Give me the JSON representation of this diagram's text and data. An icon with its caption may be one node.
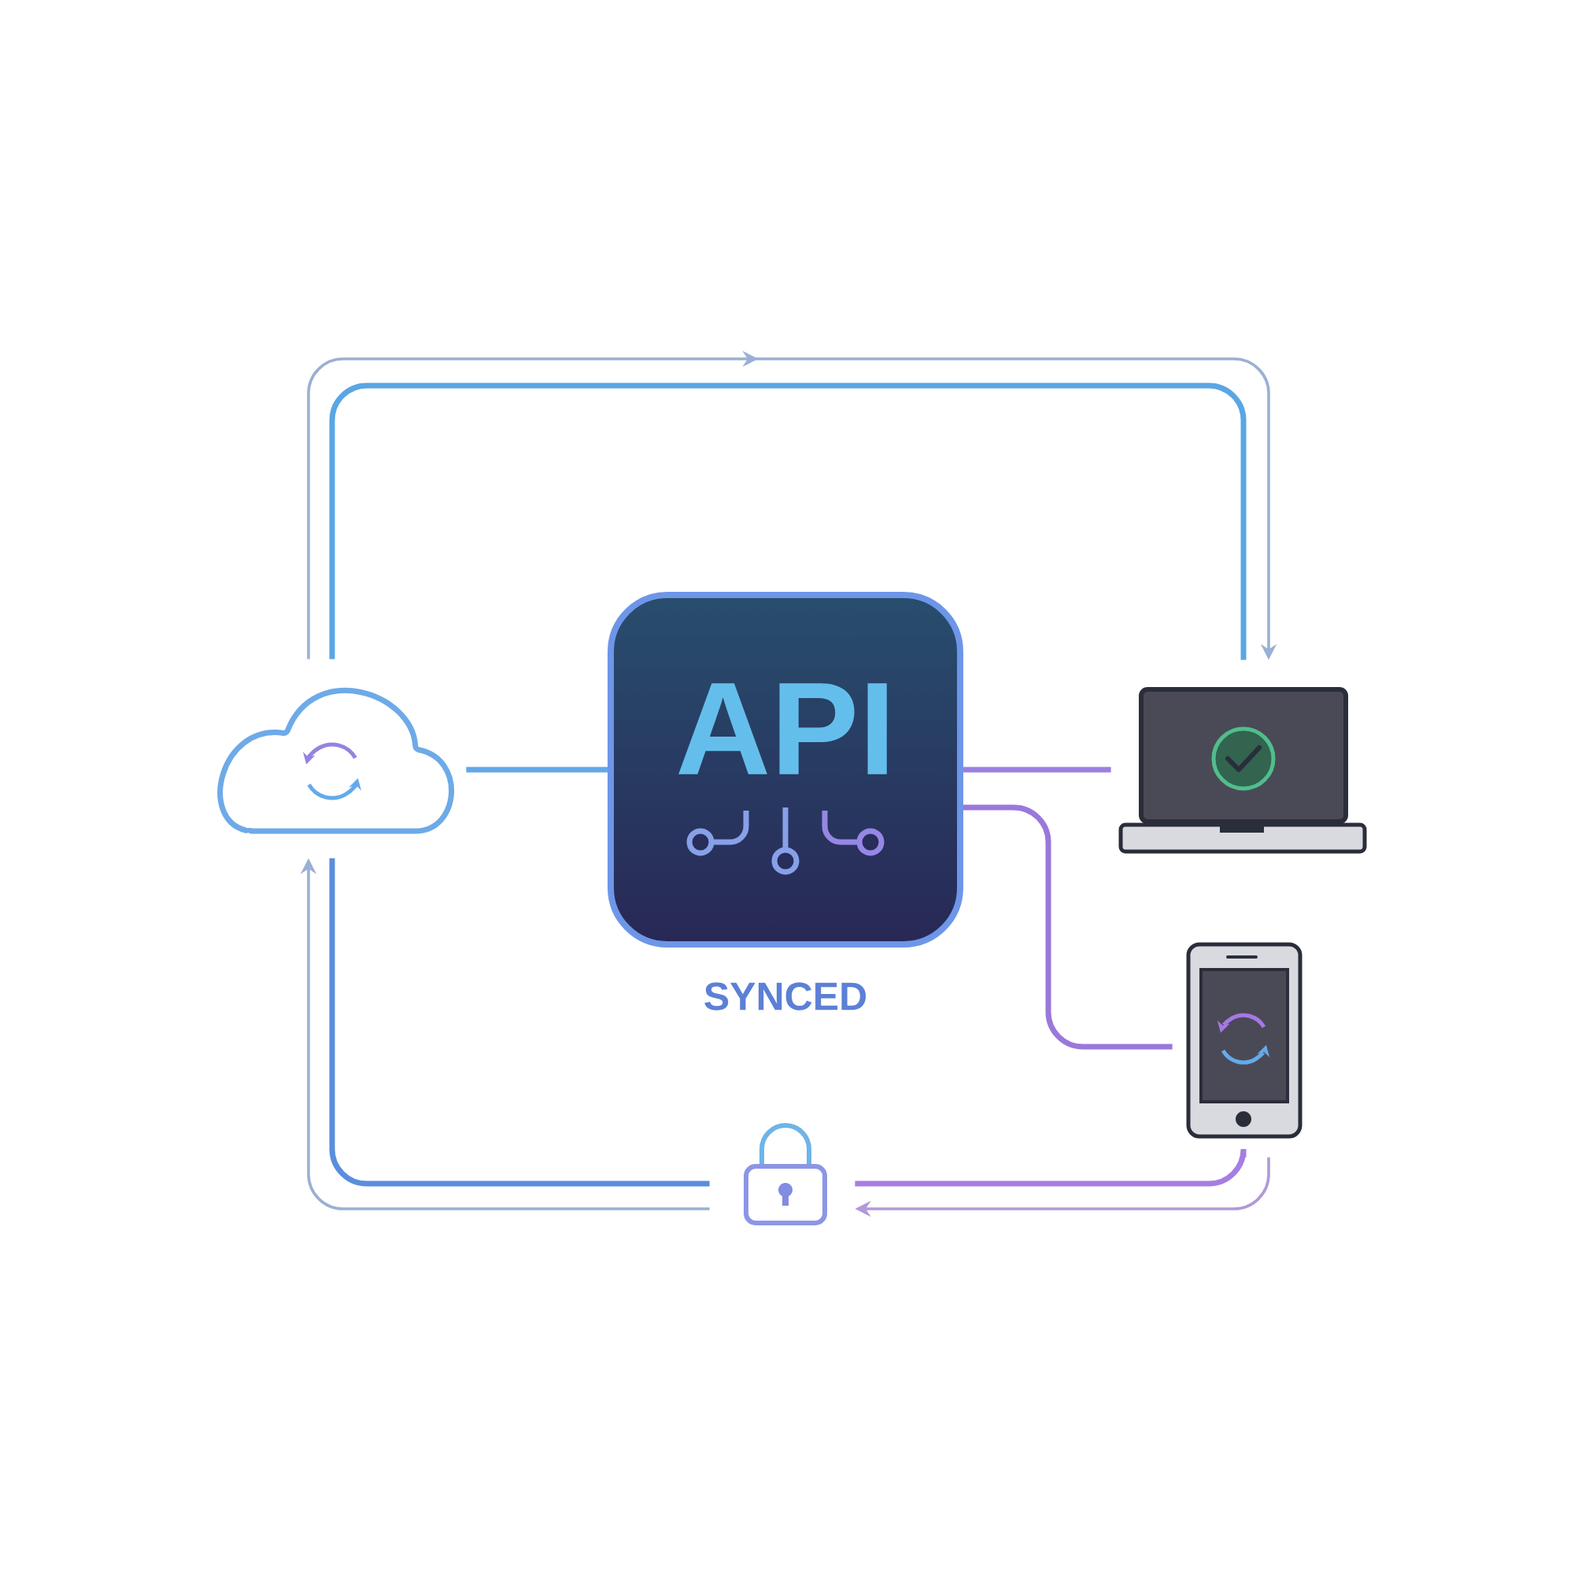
{
  "diagram": {
    "nodes": [
      {
        "text": [],
        "shape": "cloud"
      },
      {
        "text": [
          "API"
        ],
        "beside": [
          "SYNCED"
        ]
      },
      {
        "text": [],
        "shape": "laptop"
      },
      {
        "text": [],
        "shape": "phone"
      },
      {
        "text": [],
        "shape": "lock"
      }
    ],
    "edges": [
      {
        "from": 0,
        "to": 1,
        "arrow": "none",
        "color": "#62a8e8"
      },
      {
        "from": 1,
        "to": 2,
        "arrow": "none",
        "color": "#9a80e2"
      },
      {
        "from": 1,
        "to": 3,
        "arrow": "none",
        "color": "#9a78dc"
      },
      {
        "from": 0,
        "to": 2,
        "arrow": "none",
        "color": "#5aa6e4"
      },
      {
        "from": 0,
        "to": 2,
        "arrow": "to",
        "color": "#9ab0d4"
      },
      {
        "from": 3,
        "to": 4,
        "arrow": "none",
        "color": "#a67ee2"
      },
      {
        "from": 4,
        "to": 0,
        "arrow": "none",
        "color": "#5a8edc"
      },
      {
        "from": 3,
        "to": 4,
        "arrow": "to",
        "color": "#b09ad8"
      },
      {
        "from": 4,
        "to": 0,
        "arrow": "to",
        "color": "#9ab0d4"
      }
    ]
  }
}
